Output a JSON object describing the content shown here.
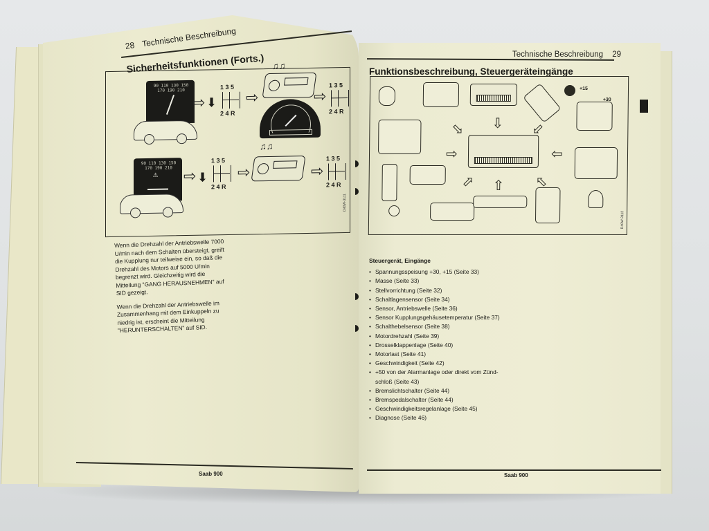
{
  "left_page": {
    "header": {
      "page_number": "28",
      "section": "Technische Beschreibung"
    },
    "title": "Sicherheitsfunktionen (Forts.)",
    "figure": {
      "row1": {
        "speedometer_ticks": "90 110 130 150 170 190 210",
        "shift_pattern": {
          "top": "1 3 5",
          "bottom": "2 4 R"
        },
        "notes_icon": "♫♫"
      },
      "row2": {
        "speedometer_ticks": "90 110 130 150 170 190 210",
        "warning_icon": "⚠",
        "shift_pattern": {
          "top": "1 3 5",
          "bottom": "2 4 R"
        },
        "notes_icon": "♫♫"
      },
      "code": "D40W-3111"
    },
    "paragraphs": [
      "Wenn die Drehzahl der Antriebswelle 7000 U/min nach dem Schalten übersteigt, greift die Kupplung nur teilweise ein, so daß die Drehzahl des Motors auf 5000 U/min begrenzt wird. Gleichzeitig wird die Mitteilung \"GANG HERAUSNEHMEN\" auf SID gezeigt.",
      "Wenn die Drehzahl der Antriebswelle im Zusammenhang mit dem Einkuppeln zu niedrig ist, erscheint die Mitteilung \"HERUNTERSCHALTEN\" auf SID."
    ],
    "footer": "Saab 900"
  },
  "right_page": {
    "header": {
      "section": "Technische Beschreibung",
      "page_number": "29"
    },
    "title": "Funktionsbeschreibung, Steuergeräteingänge",
    "figure": {
      "terminal_15": "+15",
      "terminal_30": "+30",
      "code": "D40W-3112"
    },
    "list_heading": "Steuergerät, Eingänge",
    "inputs": [
      "Spannungsspeisung +30, +15 (Seite  33)",
      "Masse (Seite  33)",
      "Stellvorrichtung (Seite  32)",
      "Schaltlagensensor (Seite  34)",
      "Sensor, Antriebswelle (Seite  36)",
      "Sensor Kupplungsgehäusetemperatur (Seite  37)",
      "Schalthebelsensor (Seite  38)",
      "Motordrehzahl (Seite  39)",
      "Drosselklappenlage (Seite  40)",
      "Motorlast (Seite  41)",
      "Geschwindigkeit (Seite  42)",
      "+50 von der Alarmanlage oder direkt vom Zünd-",
      "schloß (Seite  43)",
      "Bremslichtschalter (Seite  44)",
      "Bremspedalschalter (Seite  44)",
      "Geschwindigkeitsregelanlage (Seite  45)",
      "Diagnose (Seite  46)"
    ],
    "footer": "Saab 900"
  },
  "colors": {
    "paper": "#ecebd0",
    "ink": "#1c1c18",
    "background": "#e2e4e5"
  }
}
